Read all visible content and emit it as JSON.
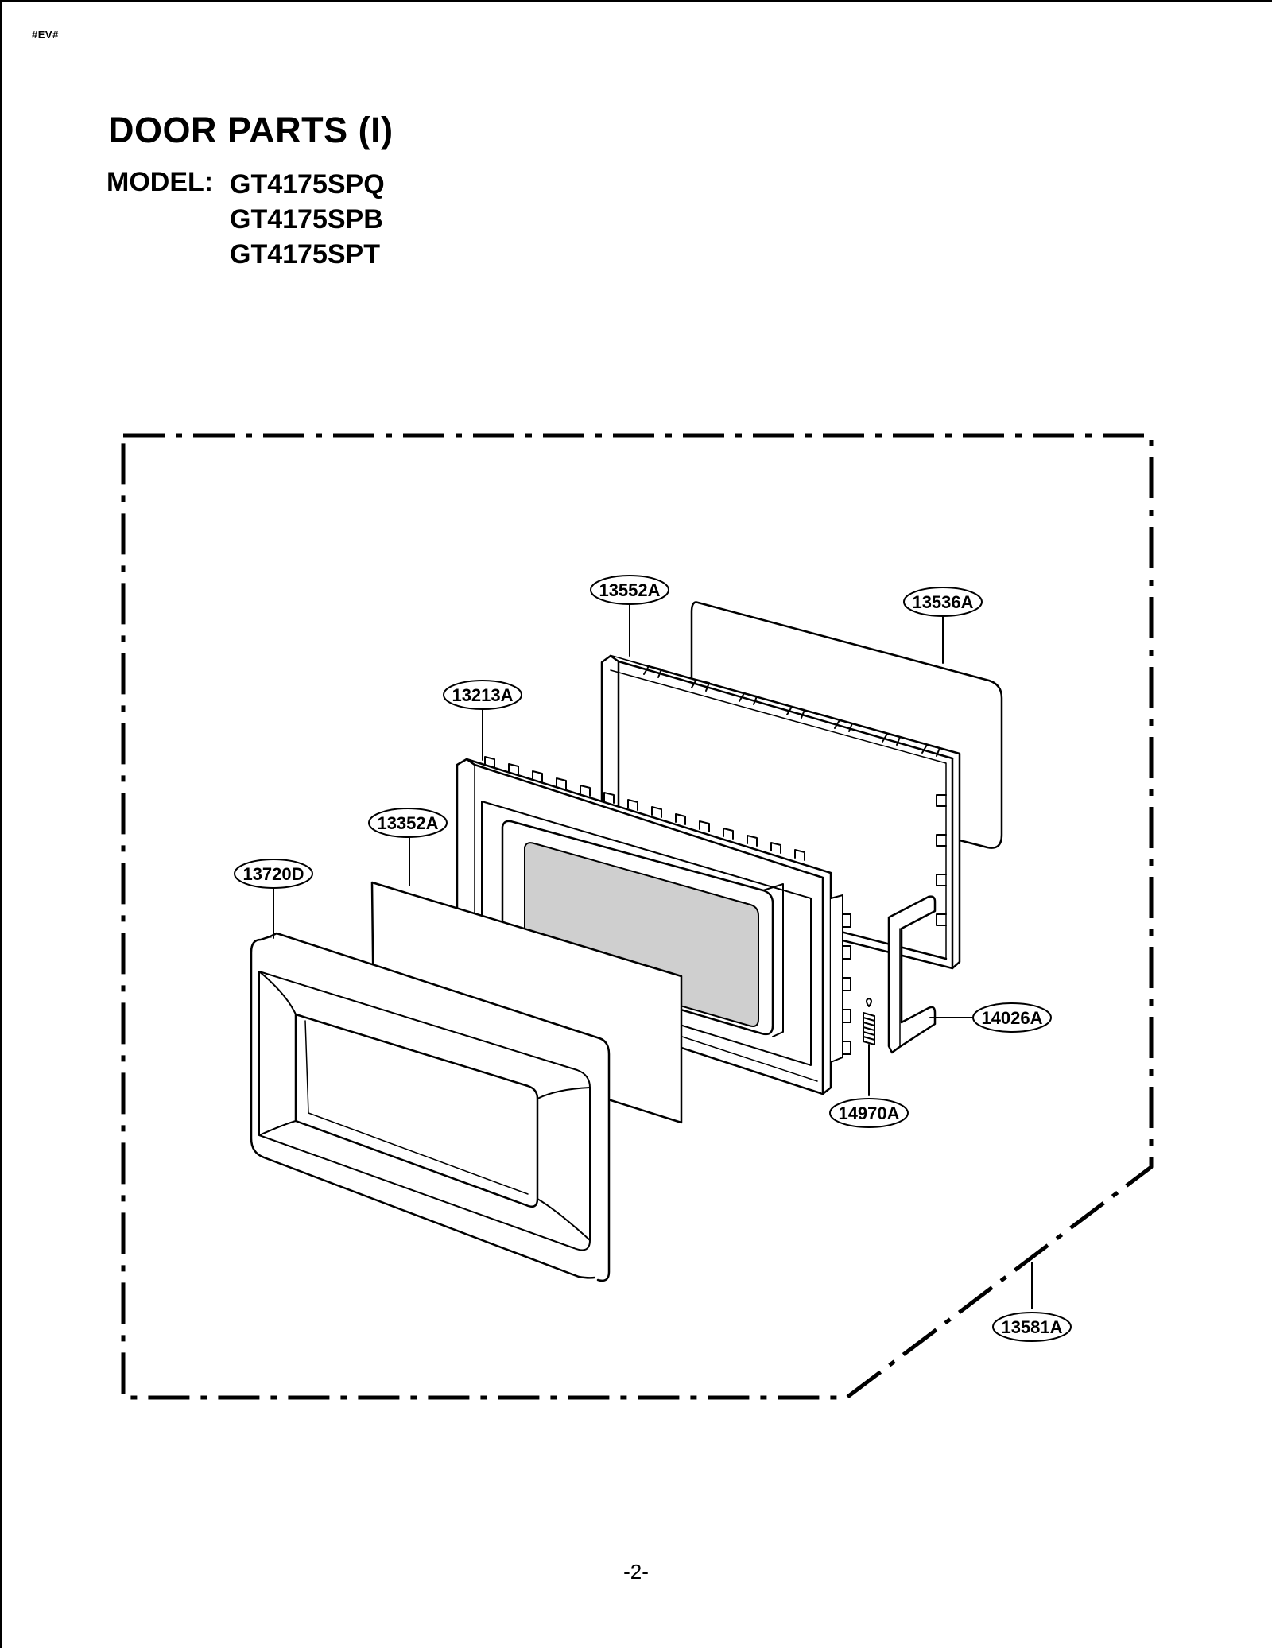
{
  "page": {
    "corner_tag": "#EV#",
    "title": "DOOR PARTS (I)",
    "model_label": "MODEL:",
    "models": [
      "GT4175SPQ",
      "GT4175SPB",
      "GT4175SPT"
    ],
    "page_number": "-2-"
  },
  "parts": {
    "p13552A": "13552A",
    "p13536A": "13536A",
    "p13213A": "13213A",
    "p13352A": "13352A",
    "p13720D": "13720D",
    "p14026A": "14026A",
    "p14970A": "14970A",
    "p13581A": "13581A"
  },
  "colors": {
    "ink": "#000000",
    "paper": "#ffffff",
    "window_shade": "#cfcfcf"
  }
}
